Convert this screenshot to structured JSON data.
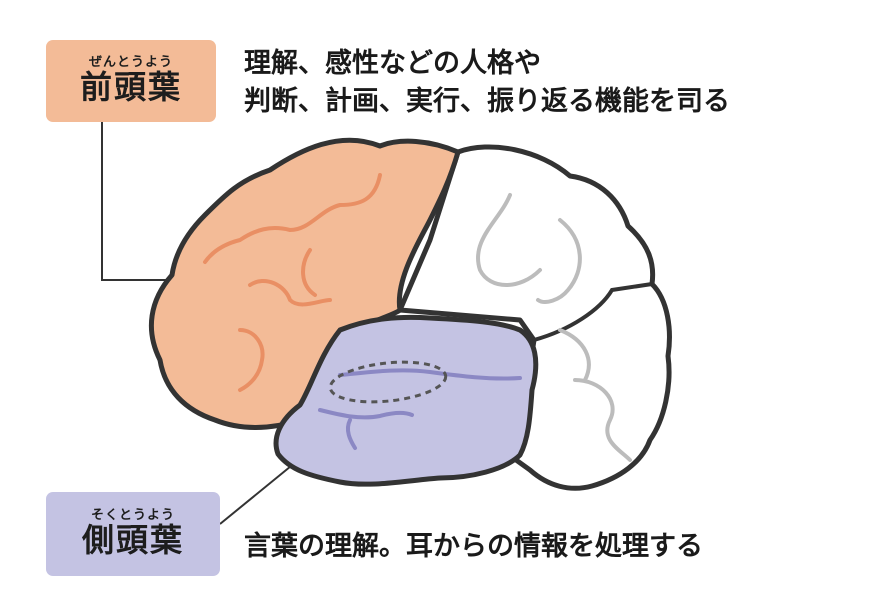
{
  "frontal_lobe": {
    "ruby": "ぜんとうよう",
    "name": "前頭葉",
    "description_lines": [
      "理解、感性などの人格や",
      "判断、計画、実行、振り返る機能を司る"
    ],
    "color": "#f3bb97"
  },
  "temporal_lobe": {
    "ruby": "そくとうよう",
    "name": "側頭葉",
    "description": "言葉の理解。耳からの情報を処理する",
    "color": "#c4c3e3"
  },
  "brain_outline_color": "#333333"
}
